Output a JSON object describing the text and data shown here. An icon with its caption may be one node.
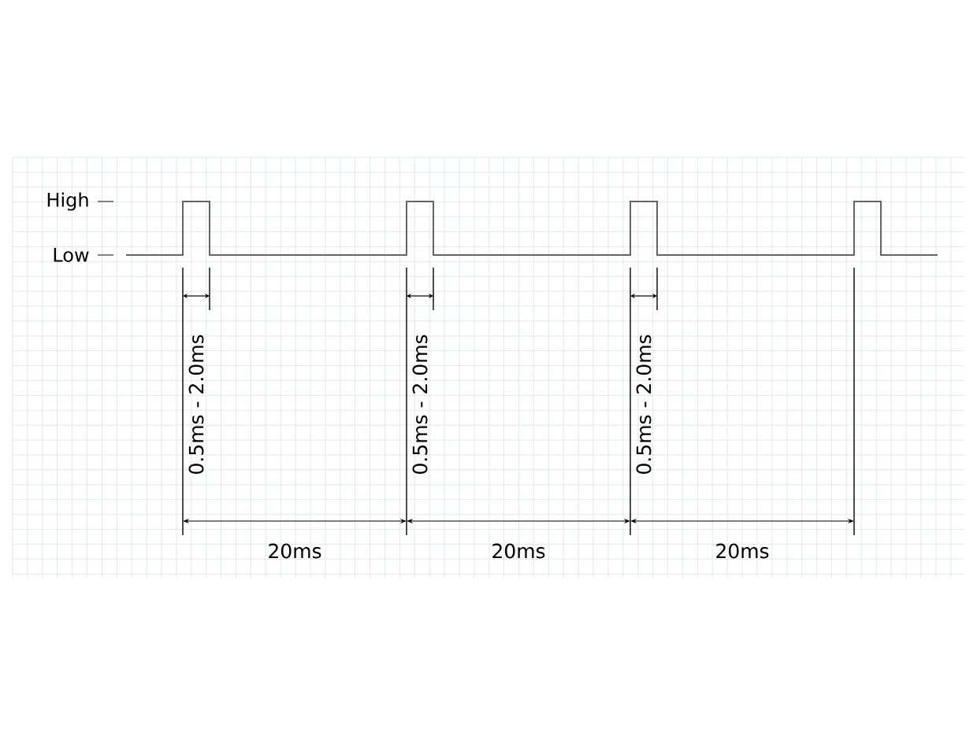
{
  "diagram": {
    "labels": [
      "High",
      "Low",
      "0.5ms - 2.0ms",
      "0.5ms - 2.0ms",
      "0.5ms - 2.0ms",
      "20ms",
      "20ms",
      "20ms"
    ]
  }
}
